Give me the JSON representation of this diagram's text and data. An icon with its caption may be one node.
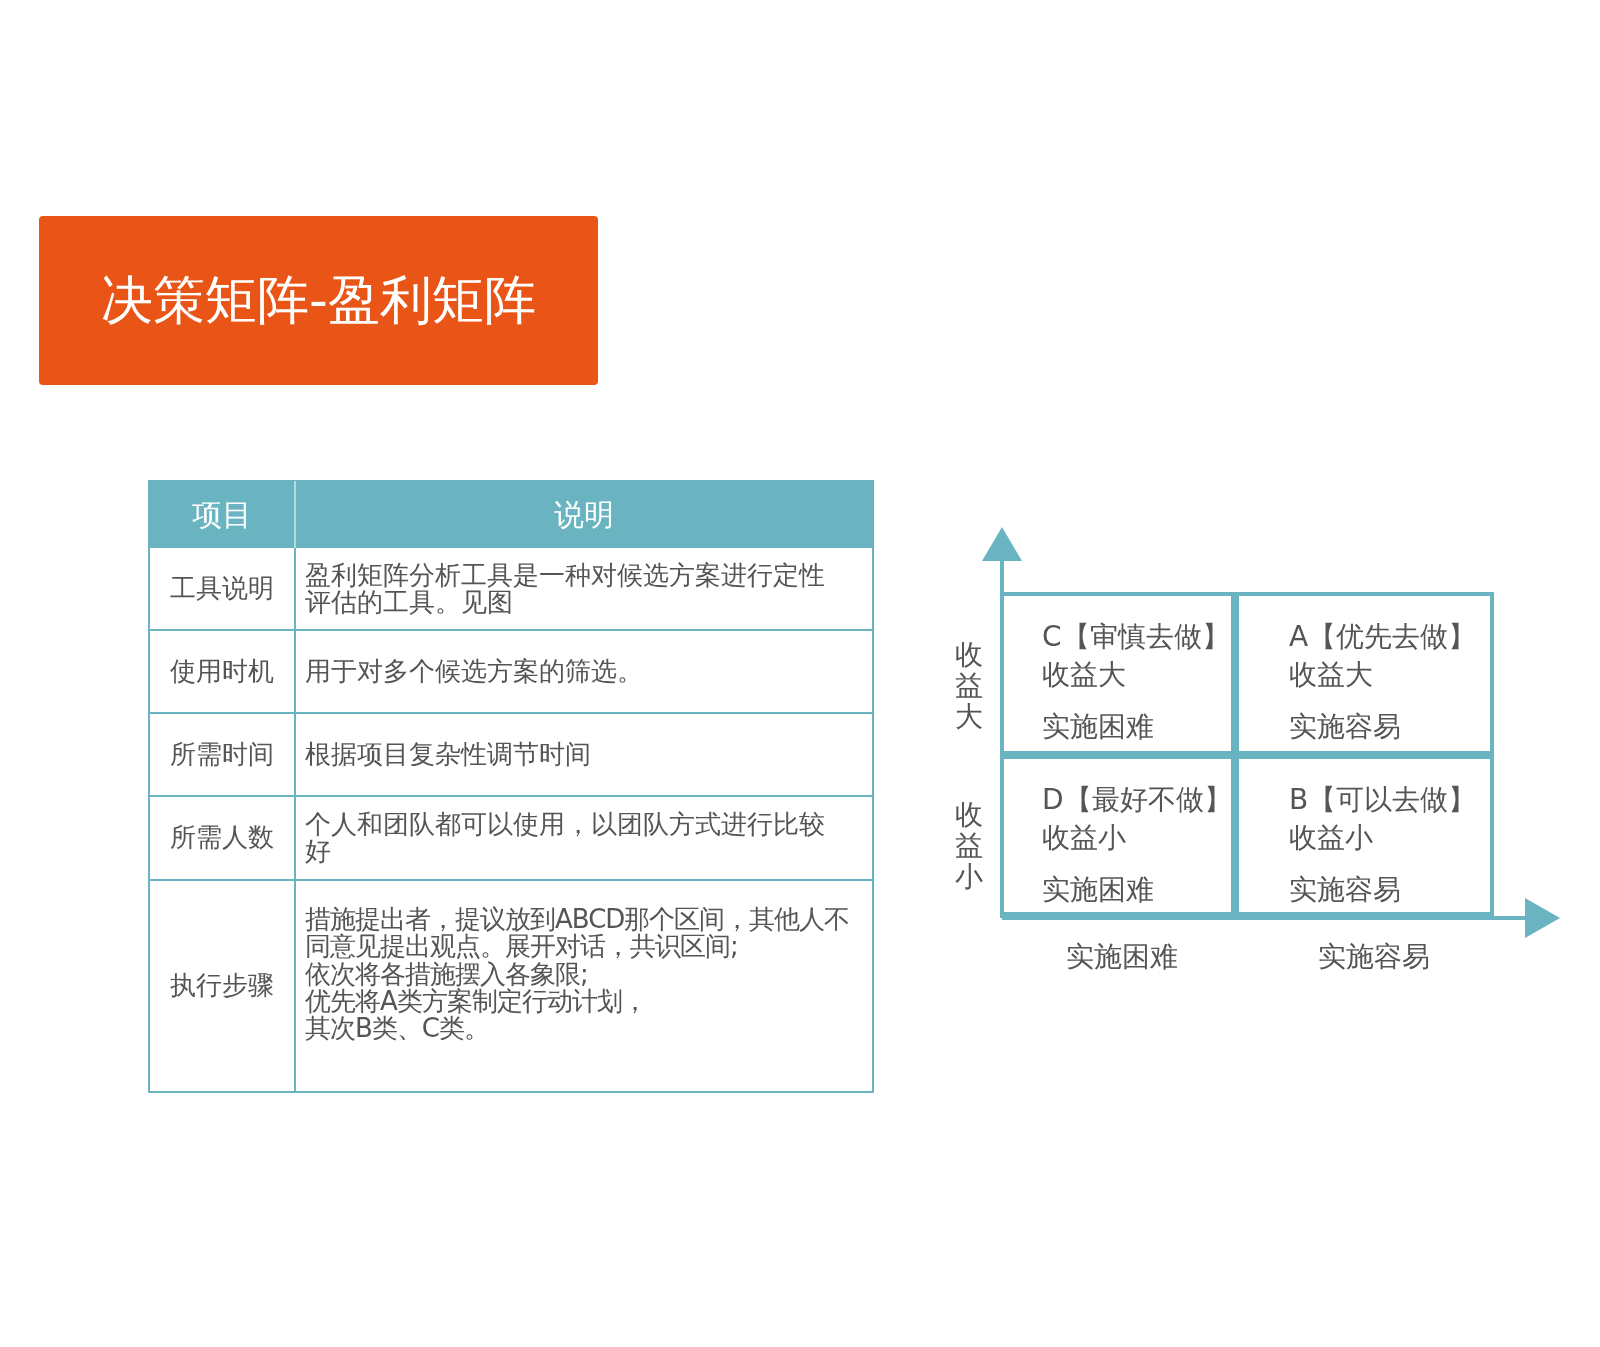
{
  "diagram": {
    "title": "决策矩阵-盈利矩阵",
    "nodes": [
      {
        "text": [
          "C【审慎去做】",
          "收益大",
          "实施困难"
        ]
      },
      {
        "text": [
          "A【优先去做】",
          "收益大",
          "实施容易"
        ]
      },
      {
        "text": [
          "D【最好不做】",
          "收益小",
          "实施困难"
        ]
      },
      {
        "text": [
          "B【可以去做】",
          "收益小",
          "实施容易"
        ]
      }
    ],
    "labels": [
      "项目",
      "说明",
      "工具说明",
      "盈利矩阵分析工具是一种对候选方案进行定性评估的工具。见图",
      "使用时机",
      "用于对多个候选方案的筛选。",
      "所需时间",
      "根据项目复杂性调节时间",
      "所需人数",
      "个人和团队都可以使用，以团队方式进行比较好",
      "执行步骤",
      "措施提出者，提议放到ABCD那个区间，其他人不同意见提出观点。展开对话，共识区间;",
      "依次将各措施摆入各象限;",
      "优先将A类方案制定行动计划，",
      "其次B类、C类。",
      "收益大",
      "收益小",
      "实施困难",
      "实施容易"
    ]
  }
}
